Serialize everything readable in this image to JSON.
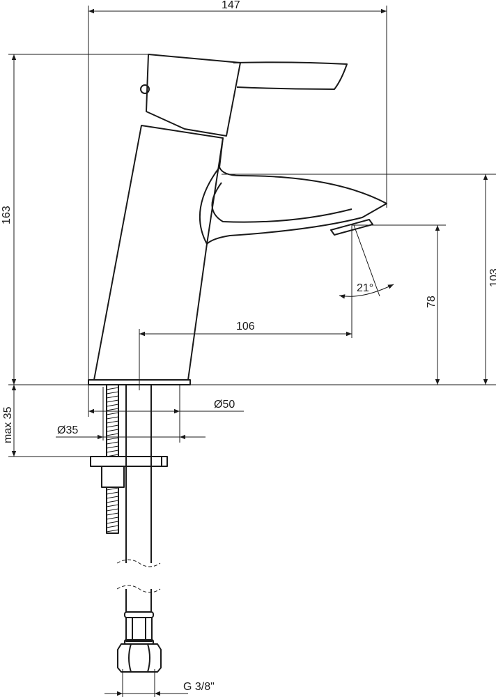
{
  "drawing": {
    "title": "Basin faucet technical drawing",
    "dimensions": {
      "width_total": "147",
      "height_total": "163",
      "spout_height": "103",
      "aerator_height": "78",
      "reach": "106",
      "spray_angle": "21°",
      "base_diameter": "Ø50",
      "hole_diameter": "Ø35",
      "max_deck": "max 35",
      "connection": "G 3/8\""
    },
    "colors": {
      "line": "#1a1a1a",
      "background": "#ffffff"
    }
  }
}
